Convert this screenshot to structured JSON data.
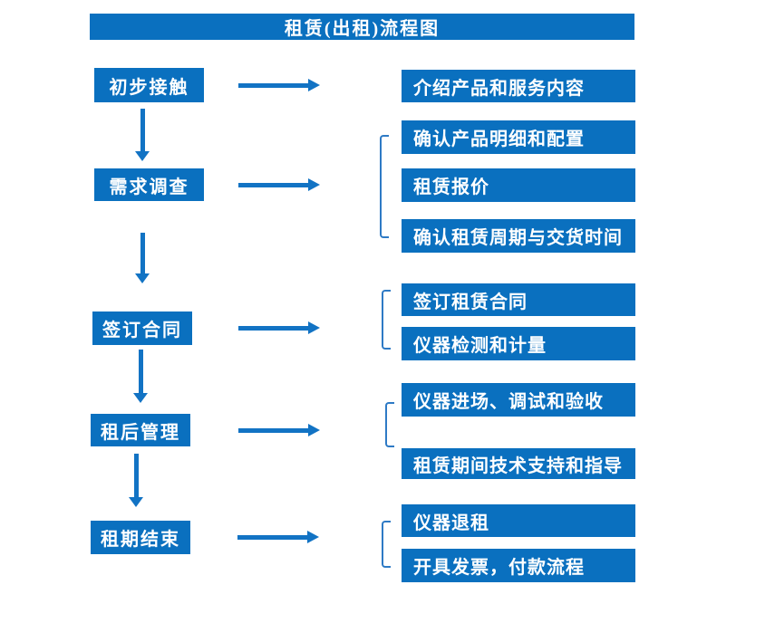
{
  "title": "租赁(出租)流程图",
  "colors": {
    "box": "#0a70bf",
    "arrow": "#1273c4",
    "bracket": "#2e7ac5",
    "text": "#ffffff",
    "background": "#ffffff"
  },
  "stages": [
    {
      "label": "初步接触",
      "outputs": [
        "介绍产品和服务内容"
      ]
    },
    {
      "label": "需求调查",
      "outputs": [
        "确认产品明细和配置",
        "租赁报价",
        "确认租赁周期与交货时间"
      ]
    },
    {
      "label": "签订合同",
      "outputs": [
        "签订租赁合同",
        "仪器检测和计量"
      ]
    },
    {
      "label": "租后管理",
      "outputs": [
        "仪器进场、调试和验收",
        "租赁期间技术支持和指导"
      ]
    },
    {
      "label": "租期结束",
      "outputs": [
        "仪器退租",
        "开具发票，付款流程"
      ]
    }
  ]
}
